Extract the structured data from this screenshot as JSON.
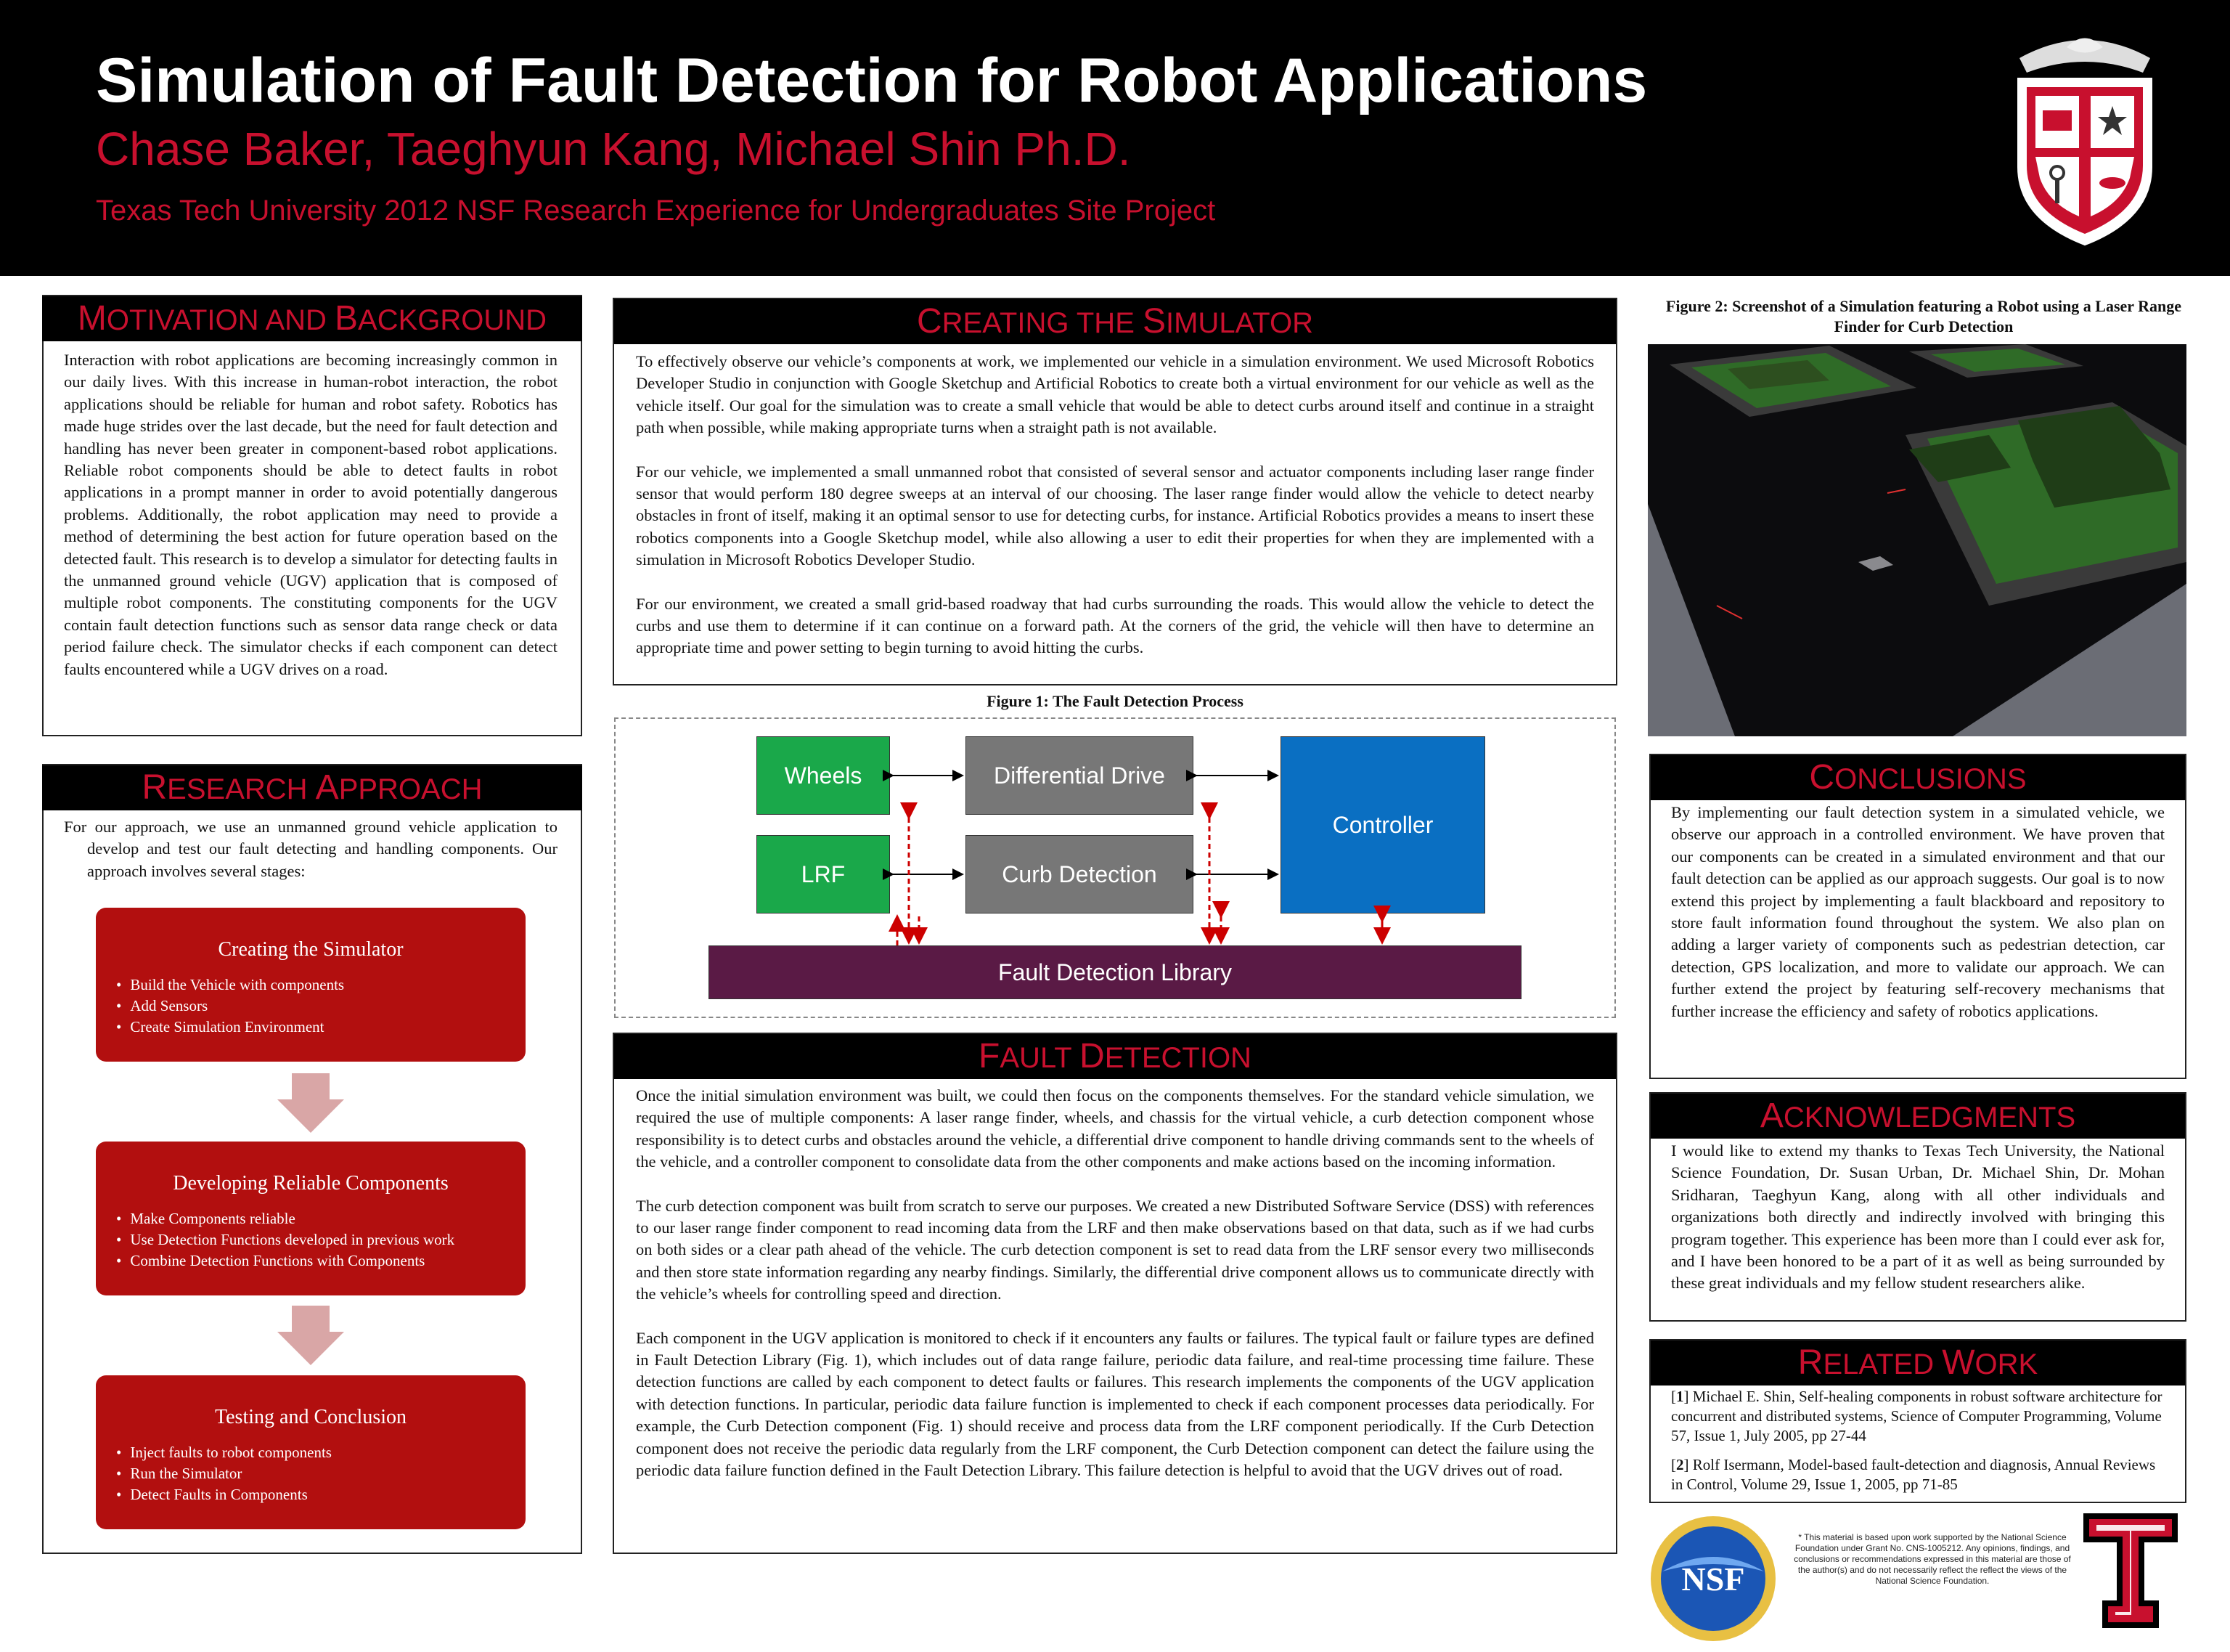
{
  "header": {
    "title": "Simulation of Fault Detection for Robot Applications",
    "authors": "Chase Baker, Taeghyun Kang, Michael Shin Ph.D.",
    "affiliation": "Texas Tech University 2012 NSF Research Experience for Undergraduates Site Project"
  },
  "motivation": {
    "head_first": "M",
    "head_rest": "OTIVATION AND ",
    "head_first2": "B",
    "head_rest2": "ACKGROUND",
    "body": "Interaction with robot applications are becoming increasingly common in our daily lives. With this increase in human-robot interaction, the robot applications should be reliable for human and robot safety. Robotics has made huge strides over the last decade, but the need for fault detection and handling has never been greater in component-based robot applications. Reliable robot components should be able to detect faults in robot applications in a prompt manner in order to avoid potentially dangerous problems. Additionally, the robot application may need to provide a method of determining the best action for future operation based on the detected fault. This research is to develop a simulator for detecting faults in the unmanned ground vehicle (UGV) application that is composed of multiple robot components. The constituting components for the UGV contain fault detection functions such as sensor data range check or data period failure check. The simulator checks if each component can detect faults encountered while a UGV drives on a road."
  },
  "research": {
    "head_first": "R",
    "head_rest": "ESEARCH ",
    "head_first2": "A",
    "head_rest2": "PPROACH",
    "body": "For our approach, we use an unmanned ground vehicle application to develop and test our fault detecting and handling components. Our approach involves several stages:",
    "stages": [
      {
        "title": "Creating the Simulator",
        "items": [
          "Build the Vehicle with components",
          "Add Sensors",
          "Create Simulation Environment"
        ]
      },
      {
        "title": "Developing Reliable Components",
        "items": [
          "Make Components reliable",
          "Use Detection Functions developed in previous work",
          "Combine Detection Functions with Components"
        ]
      },
      {
        "title": "Testing and Conclusion",
        "items": [
          "Inject faults to robot components",
          "Run the Simulator",
          "Detect Faults in Components"
        ]
      }
    ]
  },
  "simulator": {
    "head_first": "C",
    "head_rest": "REATING THE ",
    "head_first2": "S",
    "head_rest2": "IMULATOR",
    "p1": "To effectively observe our vehicle’s components at work, we implemented our vehicle in a simulation environment. We used Microsoft Robotics Developer Studio in conjunction with Google Sketchup and Artificial Robotics to create both a virtual environment for our vehicle as well as the vehicle itself. Our goal for the simulation was to create a small vehicle that would be able to detect curbs around itself and continue in a straight path when possible, while making appropriate turns when a straight path is not available.",
    "p2": "For our vehicle, we implemented a small unmanned robot that consisted of several sensor and actuator components including laser range finder sensor that would perform 180 degree sweeps at an interval of our choosing. The laser range finder would allow the vehicle to detect nearby obstacles in front of itself, making it an optimal sensor to use for detecting curbs, for instance. Artificial Robotics provides a means to insert these robotics components into a Google Sketchup model, while also allowing a user to edit their properties for when they are implemented with a simulation in Microsoft Robotics Developer Studio.",
    "p3": "For our environment, we created a small grid-based roadway that had curbs surrounding the roads. This would allow the vehicle to detect the curbs and use them to determine if it can continue on a forward path. At the corners of the grid, the vehicle will then have to determine an appropriate time and power setting to begin turning to avoid hitting the curbs."
  },
  "figure1": {
    "caption": "Figure 1: The Fault Detection Process",
    "wheels": "Wheels",
    "lrf": "LRF",
    "diff_drive": "Differential Drive",
    "curb": "Curb Detection",
    "controller": "Controller",
    "library": "Fault Detection Library"
  },
  "fault": {
    "head_first": "F",
    "head_rest": "AULT ",
    "head_first2": "D",
    "head_rest2": "ETECTION",
    "p1": "Once the initial simulation environment was built, we could then focus on the components themselves. For the standard vehicle simulation, we required the use of multiple components: A laser range finder, wheels, and chassis for the virtual vehicle, a curb detection component whose responsibility is to detect curbs and obstacles around the vehicle, a differential drive component to handle driving commands sent to the wheels of the vehicle, and a controller component to consolidate data from the other components and make actions based on the incoming information.",
    "p2": "The curb detection component was built from scratch to serve our purposes. We created a new Distributed Software Service (DSS) with references to our laser range finder component to read incoming data from the LRF and then make observations based on that data, such as if we had curbs on both sides or a clear path ahead of the vehicle. The curb detection component is set to read data from the LRF sensor every two milliseconds and then store state information regarding any nearby findings. Similarly, the differential drive component allows us to communicate directly with the vehicle’s wheels for controlling speed and direction.",
    "p3": "Each component in the UGV application is monitored to check if it encounters any faults or failures. The typical fault or failure types are defined in Fault Detection Library (Fig. 1), which includes out of data range failure, periodic data failure, and real-time processing time failure. These detection functions are called by each component to detect faults or failures. This research implements the components of the UGV application with detection functions. In particular, periodic data failure function is implemented to check if each component processes data periodically. For example, the Curb Detection component (Fig. 1) should receive and process data from the LRF component periodically. If the Curb Detection component does not receive the periodic data regularly from the LRF component, the Curb Detection component can detect the failure using the periodic data failure function defined in the Fault Detection Library. This failure detection is helpful to avoid that the UGV drives out of road."
  },
  "figure2": {
    "caption": "Figure 2: Screenshot of a Simulation featuring a Robot using a Laser Range Finder for Curb Detection"
  },
  "conclusions": {
    "head_first": "C",
    "head_rest": "ONCLUSIONS",
    "body": "By implementing our fault detection system in a simulated vehicle, we observe our approach in a controlled environment. We have proven that our components can be created in a simulated environment and that our fault detection can be applied as our approach suggests. Our goal is to now extend this project by implementing a fault blackboard and repository to store fault information found throughout the system. We also plan on adding a larger variety of components such as pedestrian detection, car detection, GPS localization, and more to validate our approach. We can further extend the project by featuring self-recovery mechanisms that further increase the efficiency and safety of robotics applications."
  },
  "acknowledgments": {
    "head_first": "A",
    "head_rest": "CKNOWLEDGMENTS",
    "body": "I would like to extend my thanks to Texas Tech University, the National Science Foundation, Dr. Susan Urban, Dr. Michael Shin, Dr. Mohan Sridharan, Taeghyun Kang, along with all other individuals and organizations both directly and indirectly involved with bringing this program together. This experience has been more than I could ever ask for, and I have been honored to be a part of it as well as being surrounded by these great individuals and my fellow student researchers alike."
  },
  "related": {
    "head_first": "R",
    "head_rest": "ELATED ",
    "head_first2": "W",
    "head_rest2": "ORK",
    "ref1_num": "1",
    "ref1": "Michael E. Shin, Self-healing components in robust software architecture for concurrent and distributed systems, Science of Computer Programming, Volume 57, Issue 1, July 2005, pp 27-44",
    "ref2_num": "2",
    "ref2": "Rolf Isermann, Model-based fault-detection and diagnosis, Annual Reviews in Control, Volume 29, Issue 1, 2005, pp 71-85"
  },
  "footer": {
    "nsf_logo": "NSF",
    "disclaimer": "* This material is based upon work supported by the National Science Foundation under Grant No. CNS-1005212. Any opinions, findings, and conclusions or recommendations expressed in this material are those of the author(s) and do not necessarily reflect the reflect the views of the National Science Foundation."
  },
  "colors": {
    "accent_red": "#c8102e",
    "stage_red": "#b20f0f",
    "green": "#1aa84a",
    "gray": "#777777",
    "blue": "#0a6fc2",
    "purple": "#5a1a45"
  }
}
